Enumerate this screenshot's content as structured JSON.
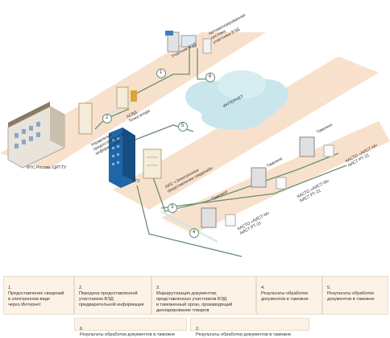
{
  "labels": {
    "fts": "ФТС России, ЦИТТУ",
    "internet": "ИНТЕРНЕТ",
    "participant_system": "Автоматизированная\nсистема\nучастника ВЭД",
    "participant": "Участник ВЭД",
    "kpd_gateway": "АСВД\nТочка входа",
    "management_info": "Управление\nпредоставленной\nинформацией",
    "ptu": "РТУ",
    "aiss": "АИС «Электронное\nпредставление сведений»",
    "customs": "Таможня",
    "kasto": "КАСТО «АИСТ-М»\nАИСТ РТ-21"
  },
  "steps": [
    "1",
    "2",
    "3",
    "4",
    "5",
    "6"
  ],
  "legend": [
    {
      "num": "1.",
      "text": "Предоставление сведений\nв электронном виде\nчерез Интернет"
    },
    {
      "num": "2.",
      "text": "Передача предоставленной\nучастником ВЭД\nпредварительной информации"
    },
    {
      "num": "3.",
      "text": "Маршрутизация документов,\nпредставленных участником ВЭД\nв таможенный орган, производящий\nдекларирование товаров"
    },
    {
      "num": "4.",
      "text": "Результаты обработки\nдокументов в таможне"
    },
    {
      "num": "5.",
      "text": "Результаты обработки\nдокументов в таможне"
    },
    {
      "num": "6.",
      "text": "Результаты обработки документов в таможне"
    },
    {
      "num": "2.",
      "text": "Результаты обработки документов в таможне"
    }
  ],
  "colors": {
    "band": "#f7dcc4",
    "cloud": "#c9e6ec",
    "line": "#6b8f72",
    "legend_bg": "#fdf2e6",
    "building": "#1f66a8"
  }
}
